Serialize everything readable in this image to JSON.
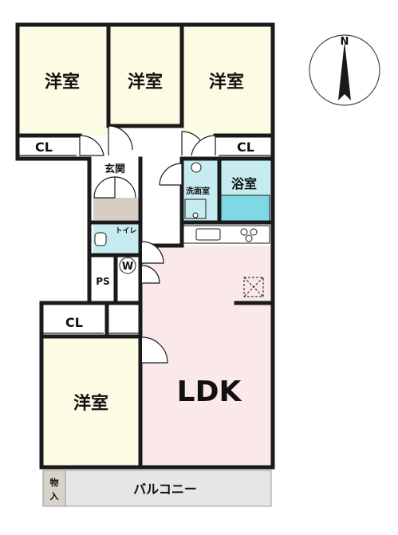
{
  "rooms": {
    "bedroom_1": "洋室",
    "bedroom_2": "洋室",
    "bedroom_3": "洋室",
    "bedroom_4": "洋室",
    "closet_1": "CL",
    "closet_2": "CL",
    "closet_3": "CL",
    "entrance": "玄関",
    "washroom": "洗面室",
    "bathroom": "浴室",
    "toilet": "トイレ",
    "washer": "W",
    "pipe_space": "PS",
    "ldk": "LDK",
    "storage": "物入",
    "balcony": "バルコニー"
  },
  "compass": {
    "north": "N"
  },
  "colors": {
    "ldk_fill": "#fbe9ea",
    "bedroom_fill": "#fcfbe4",
    "bath_fill": "#c6ecf2",
    "bathtub": "#7fd8e6",
    "balcony_fill": "#e6e6e6",
    "storage_fill": "#d8d3c8",
    "genkan_floor": "#d5ccc2",
    "wall": "#1a1a1a"
  }
}
